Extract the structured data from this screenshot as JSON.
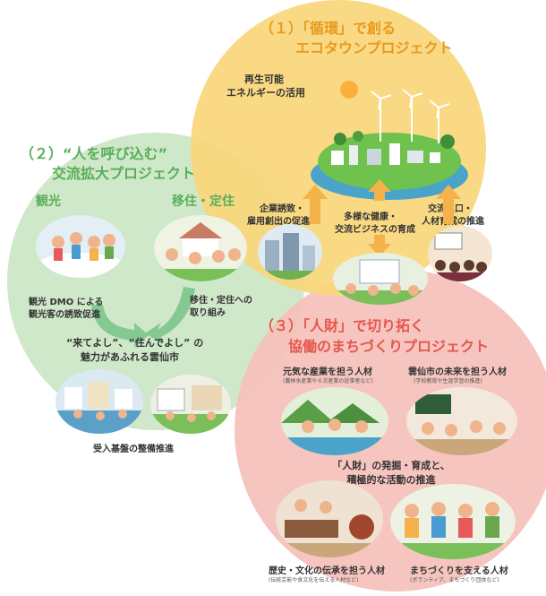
{
  "palette": {
    "yellow_circle": "#f9d67a",
    "green_circle": "#cfe8c9",
    "pink_circle": "#f6c2bc",
    "orange_title": "#e89a1e",
    "green_title": "#5aae5a",
    "red_title": "#e4574b",
    "arrow_orange": "#f3b24a",
    "arrow_green": "#84c98f"
  },
  "circle1": {
    "number": "（１）",
    "title_line1": "「循環」で創る",
    "title_line2": "エコタウンプロジェクト",
    "renewable_line1": "再生可能",
    "renewable_line2": "エネルギーの活用",
    "business_line1": "企業誘致・",
    "business_line2": "雇用創出の促進",
    "health_line1": "多様な健康・",
    "health_line2": "交流ビジネスの育成",
    "people_line1": "交流人口・",
    "people_line2": "人材育成の推進"
  },
  "circle2": {
    "number": "（２）",
    "title_line1": "“人を呼び込む”",
    "title_line2": "交流拡大プロジェクト",
    "tourism_label": "観光",
    "settle_label": "移住・定住",
    "dmo_line1": "観光 DMO による",
    "dmo_line2": "観光客の誘致促進",
    "settle_desc_line1": "移住・定住への",
    "settle_desc_line2": "取り組み",
    "attract_line1": "“来てよし”、“住んでよし” の",
    "attract_line2": "魅力があふれる雲仙市",
    "infra": "受入基盤の整備推進"
  },
  "circle3": {
    "number": "（３）",
    "title_line1": "「人財」で切り拓く",
    "title_line2": "協働のまちづくりプロジェクト",
    "industry_title": "元気な産業を担う人材",
    "industry_sub": "(農林水産業や６次産業の従事者など)",
    "future_title": "雲仙市の未来を担う人材",
    "future_sub": "(学校教育や生涯学習の推進)",
    "center_line1": "「人財」の発掘・育成と、",
    "center_line2": "積極的な活動の推進",
    "history_title": "歴史・文化の伝承を担う人材",
    "history_sub": "(伝統芸能や食文化を伝える人材など)",
    "town_title": "まちづくりを支える人材",
    "town_sub": "(ボランティア、まちづくり団体など)"
  }
}
